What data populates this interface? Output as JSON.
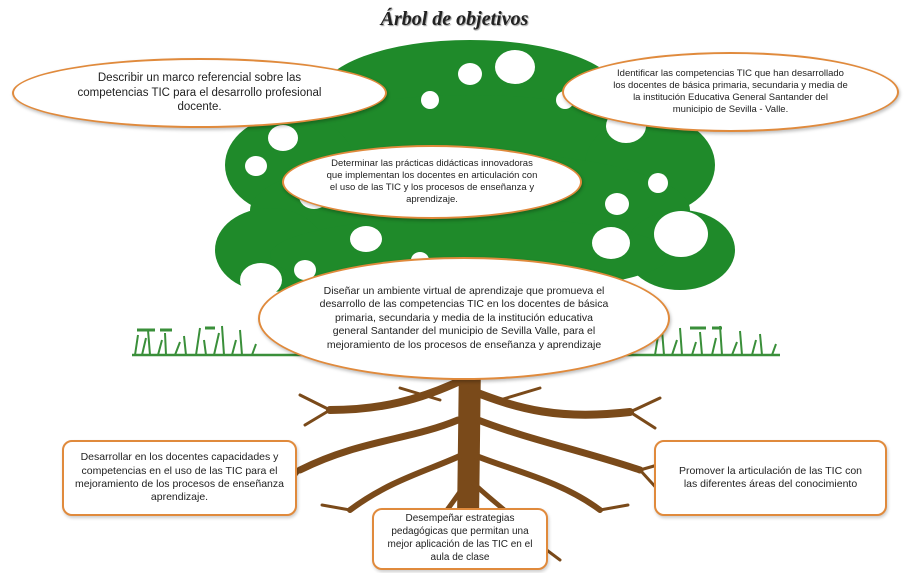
{
  "title": "Árbol de objetivos",
  "objectives": {
    "top_left": "Describir un marco referencial sobre las competencias TIC para el desarrollo profesional docente.",
    "top_right": "Identificar las competencias TIC que han desarrollado los docentes de básica primaria, secundaria y media de la institución Educativa General Santander del municipio de Sevilla - Valle.",
    "center": "Determinar las prácticas didácticas innovadoras que implementan los docentes en articulación con el uso de las TIC y los procesos de enseñanza y aprendizaje."
  },
  "general_objective": "Diseñar un ambiente virtual de aprendizaje que promueva el desarrollo de las competencias TIC en los docentes de básica primaria, secundaria y media de la institución educativa general Santander del municipio de Sevilla Valle, para el mejoramiento de los procesos de enseñanza y aprendizaje",
  "root_goals": {
    "left": "Desarrollar en los docentes capacidades y competencias en el uso de las TIC para el mejoramiento de los procesos de enseñanza aprendizaje.",
    "right": "Promover la articulación de las TIC con las diferentes áreas del conocimiento",
    "bottom": "Desempeñar estrategias pedagógicas que permitan una mejor aplicación de las TIC en el aula de clase"
  },
  "colors": {
    "foliage": "#1f8a2a",
    "trunk": "#7a4a1a",
    "border": "#e08a3c",
    "grass": "#3a8f3a"
  }
}
